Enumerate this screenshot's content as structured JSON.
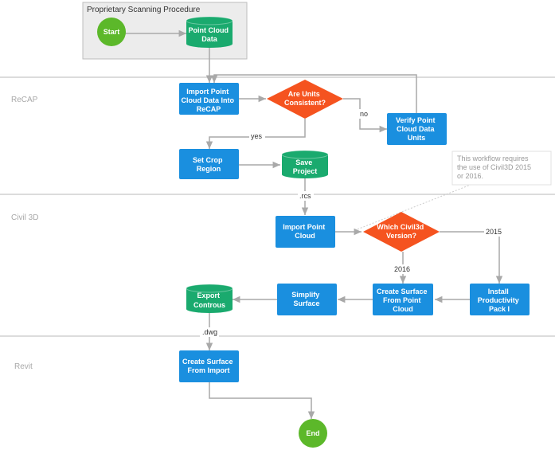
{
  "group": {
    "title": "Proprietary Scanning Procedure"
  },
  "lanes": [
    "ReCAP",
    "Civil 3D",
    "Revit"
  ],
  "nodes": {
    "start": "Start",
    "point_cloud": [
      "Point Cloud",
      "Data"
    ],
    "import_recap": [
      "Import Point",
      "Cloud Data Into",
      "ReCAP"
    ],
    "units_decision": [
      "Are Units",
      "Consistent?"
    ],
    "verify_units": [
      "Verify Point",
      "Cloud Data",
      "Units"
    ],
    "crop": [
      "Set Crop",
      "Region"
    ],
    "save": [
      "Save",
      "Project"
    ],
    "import_pc": [
      "Import Point",
      "Cloud"
    ],
    "civil_decision": [
      "Which Civil3d",
      "Version?"
    ],
    "install_pack": [
      "Install",
      "Productivity",
      "Pack I"
    ],
    "create_surface_pc": [
      "Create Surface",
      "From Point",
      "Cloud"
    ],
    "simplify": [
      "Simplify",
      "Surface"
    ],
    "export": [
      "Export",
      "Controus"
    ],
    "create_surface_import": [
      "Create Surface",
      "From Import"
    ],
    "end": "End"
  },
  "edge_labels": {
    "no": "no",
    "yes": "yes",
    "rcs": ".rcs",
    "v2015": "2015",
    "v2016": "2016",
    "dwg": ".dwg"
  },
  "note": [
    "This workflow requires",
    "the use of Civil3D 2015",
    "or 2016."
  ],
  "colors": {
    "process": "#1a8fdf",
    "decision": "#f5531f",
    "storage": "#1aaa6e",
    "terminal": "#5cb82a",
    "connector": "#a9a9a9",
    "lane_line": "#d0d0d0",
    "group_fill": "#ececec"
  }
}
